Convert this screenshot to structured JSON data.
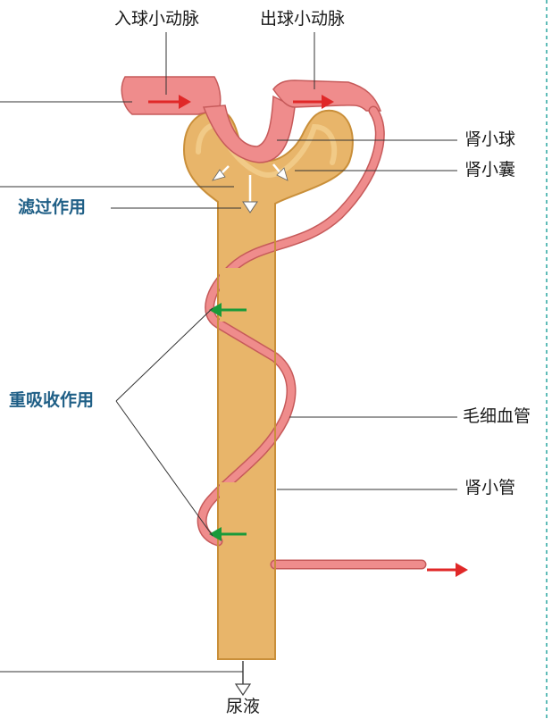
{
  "labels": {
    "afferent_arteriole": "入球小动脉",
    "efferent_arteriole": "出球小动脉",
    "glomerulus": "肾小球",
    "bowmans_capsule": "肾小囊",
    "filtration": "滤过作用",
    "reabsorption": "重吸收作用",
    "capillary": "毛细血管",
    "renal_tubule": "肾小管",
    "urine": "尿液"
  },
  "colors": {
    "tubule_fill": "#e8b56a",
    "tubule_stroke": "#c98f3a",
    "vessel_fill": "#ef8c8c",
    "vessel_stroke": "#c65a5a",
    "blood_arrow": "#e02828",
    "reabsorption_arrow": "#1a9a3a",
    "label_blue": "#1f5f86",
    "border_dash": "#2aa6a0"
  }
}
